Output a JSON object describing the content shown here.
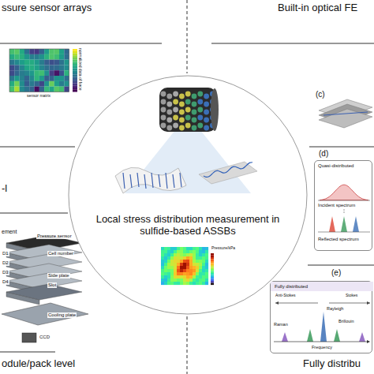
{
  "diagram": {
    "nodes": [
      {
        "text": [
          "Local stress distribution measurement in sulfide-based ASSBs"
        ]
      },
      {
        "text": [
          "Quasi-distributed",
          "Incident spectrum",
          "Reflected spectrum"
        ]
      },
      {
        "text": [
          "Fully distributed",
          "Anti-Stokes",
          "Stokes",
          "Rayleigh",
          "Brillouin",
          "Raman",
          "Frequency"
        ]
      }
    ],
    "labels": [
      "ssure sensor arrays",
      "Built-in optical FE",
      "(c)",
      "(d)",
      "(e)",
      "-l",
      "odule/pack level",
      "Fully distribu",
      "normalized data of force",
      "sensor matrix",
      "ement",
      "Pressure sensor",
      "Cell number",
      "D1",
      "D2",
      "D3",
      "D4",
      "Side plate",
      "Slot",
      "Cooling plate",
      "CCD",
      "Pressure/kPa"
    ]
  }
}
